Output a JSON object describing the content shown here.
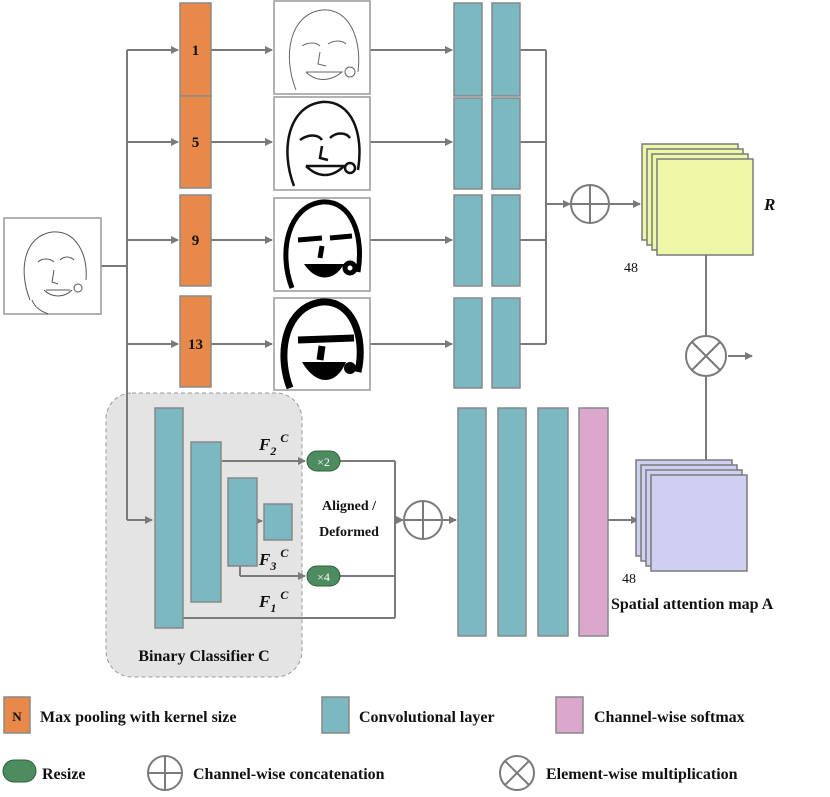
{
  "pool_blocks": [
    {
      "label": "1"
    },
    {
      "label": "5"
    },
    {
      "label": "9"
    },
    {
      "label": "13"
    }
  ],
  "outputs": {
    "r_label": "R",
    "r_channels": "48",
    "a_label": "Spatial attention map A",
    "a_channels": "48"
  },
  "classifier": {
    "title": "Binary Classifier C",
    "f2": {
      "main": "F",
      "sub": "2",
      "sup": "C"
    },
    "f3": {
      "main": "F",
      "sub": "3",
      "sup": "C"
    },
    "f1": {
      "main": "F",
      "sub": "1",
      "sup": "C"
    },
    "resize_x2": "×2",
    "resize_x4": "×4",
    "aligned_line1": "Aligned /",
    "aligned_line2": "Deformed"
  },
  "legend": {
    "pool_symbol": "N",
    "pool_text": "Max pooling with kernel size",
    "conv_text": "Convolutional layer",
    "softmax_text": "Channel-wise softmax",
    "resize_text": "Resize",
    "concat_text": "Channel-wise concatenation",
    "mult_text": "Element-wise multiplication"
  },
  "colors": {
    "pool": "#E8894A",
    "conv": "#7BB8C2",
    "softmax": "#D9A8CC",
    "resize": "#4D8C5E",
    "r_map": "#EDF7A6",
    "a_map": "#CFCFF2",
    "classifier_bg": "#E4E4E4"
  }
}
